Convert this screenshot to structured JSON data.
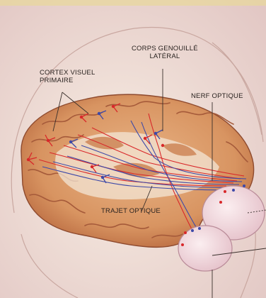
{
  "labels": {
    "cortex": [
      "CORTEX VISUEL",
      "PRIMAIRE"
    ],
    "lgn": [
      "CORPS GENOUILLÉ",
      "LATÉRAL"
    ],
    "nerve": "NERF OPTIQUE",
    "tract": "TRAJET OPTIQUE"
  },
  "colors": {
    "background": "#efe3d6",
    "brain": "#d99a6c",
    "brain_dark": "#a8583a",
    "fibers_red": "#d8282a",
    "fibers_blue": "#3d49a8",
    "eye": "#f2dde2",
    "leader_line": "#3a302c"
  }
}
